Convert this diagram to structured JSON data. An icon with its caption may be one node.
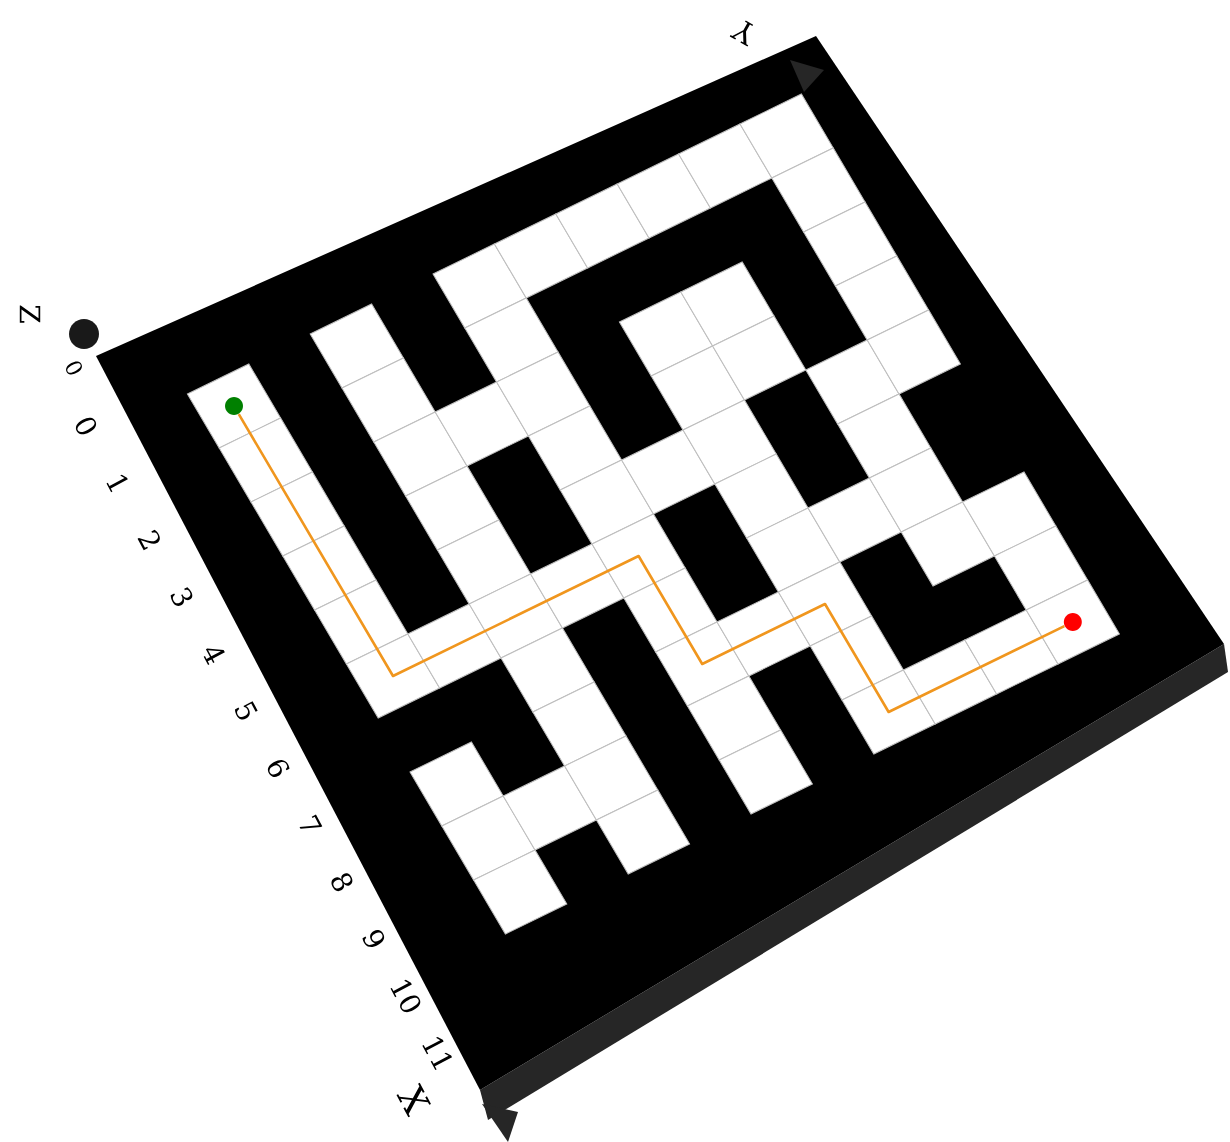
{
  "diagram": {
    "nodes": [
      {
        "text": [],
        "shape": "circle"
      },
      {
        "text": [],
        "shape": "circle"
      }
    ],
    "edges": [
      {
        "from": 0,
        "to": 1,
        "arrow": "none"
      }
    ],
    "labels": [
      "Y",
      "Z",
      "0",
      "0",
      "1",
      "2",
      "3",
      "4",
      "5",
      "6",
      "7",
      "8",
      "9",
      "10",
      "11",
      "X"
    ]
  }
}
